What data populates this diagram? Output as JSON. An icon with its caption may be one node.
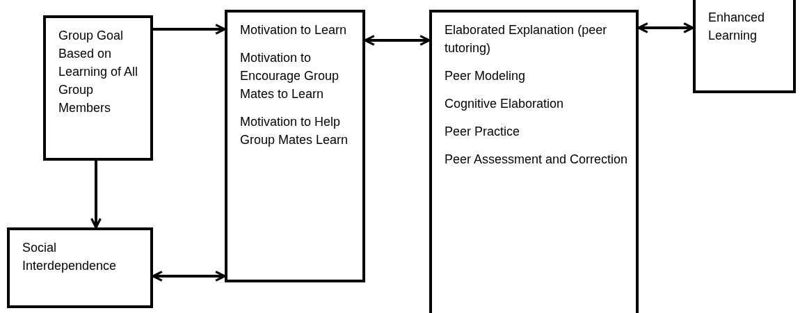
{
  "diagram": {
    "nodes": [
      {
        "text": [
          "Group Goal Based on Learning of All Group Members"
        ]
      },
      {
        "text": [
          "Social Interdependence"
        ]
      },
      {
        "text": [
          "Motivation to Learn",
          "Motivation to Encourage Group Mates to Learn",
          "Motivation to Help Group Mates Learn"
        ]
      },
      {
        "text": [
          "Elaborated Explanation (peer tutoring)",
          "Peer Modeling",
          "Cognitive Elaboration",
          "Peer Practice",
          "Peer Assessment and Correction"
        ]
      },
      {
        "text": [
          "Enhanced Learning"
        ]
      }
    ],
    "edges": [
      {
        "from": 0,
        "to": 2,
        "arrow": "to"
      },
      {
        "from": 0,
        "to": 1,
        "arrow": "to"
      },
      {
        "from": 1,
        "to": 2,
        "arrow": "both"
      },
      {
        "from": 2,
        "to": 3,
        "arrow": "both"
      },
      {
        "from": 3,
        "to": 4,
        "arrow": "both"
      }
    ]
  }
}
